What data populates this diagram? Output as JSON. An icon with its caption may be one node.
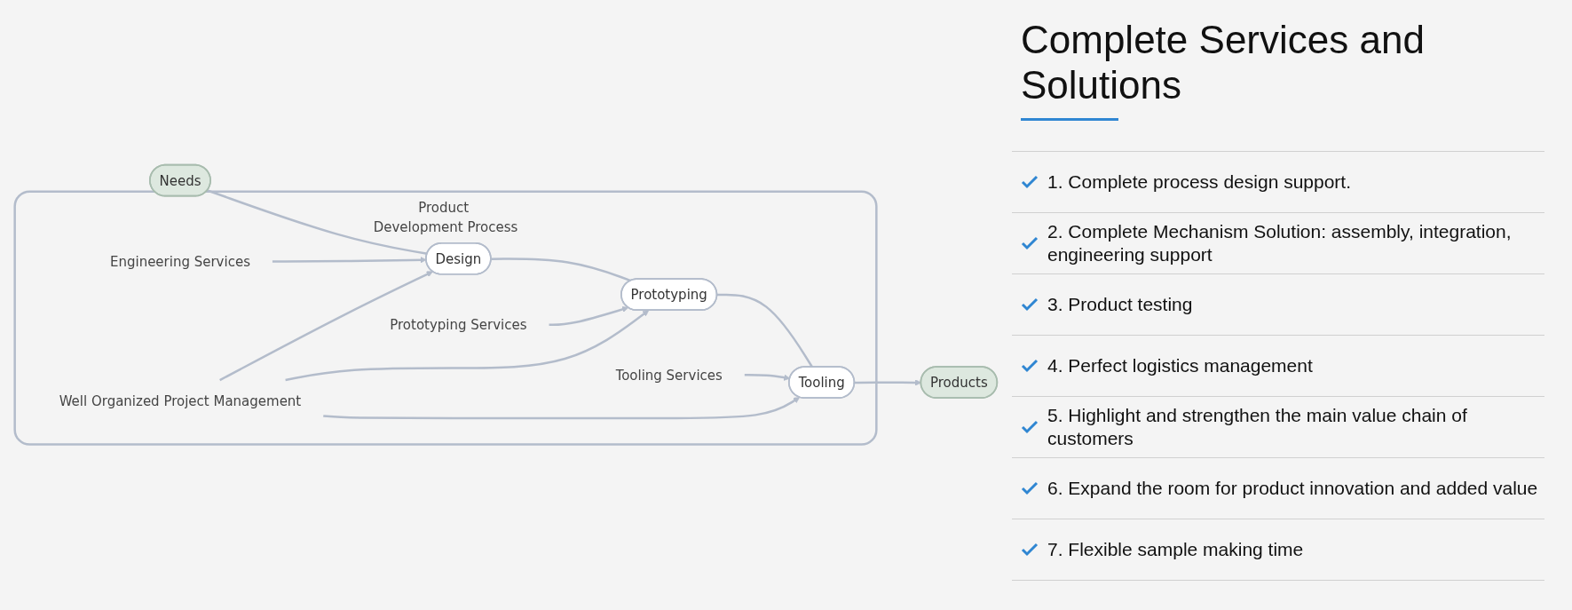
{
  "diagram": {
    "title": "Complete Services and Solutions",
    "nodes": [
      {
        "text": [
          "Needs"
        ]
      },
      {
        "text": [
          "Product Development Process"
        ]
      },
      {
        "text": [
          "Engineering Services"
        ],
        "in": 1
      },
      {
        "text": [
          "Prototyping Services"
        ],
        "in": 1
      },
      {
        "text": [
          "Tooling Services"
        ],
        "in": 1
      },
      {
        "text": [
          "Design"
        ],
        "in": 1
      },
      {
        "text": [
          "Prototyping"
        ],
        "in": 1
      },
      {
        "text": [
          "Tooling"
        ],
        "in": 1
      },
      {
        "text": [
          "Well Organized Project Management"
        ],
        "in": 1
      },
      {
        "text": [
          "Products"
        ]
      }
    ],
    "edges": [
      {
        "from": 0,
        "to": 5,
        "arrow": "none"
      },
      {
        "from": 5,
        "to": 6,
        "arrow": "none"
      },
      {
        "from": 6,
        "to": 7,
        "arrow": "none"
      },
      {
        "from": 7,
        "to": 9,
        "arrow": "to"
      },
      {
        "from": 2,
        "to": 5,
        "arrow": "to"
      },
      {
        "from": 3,
        "to": 6,
        "arrow": "to"
      },
      {
        "from": 4,
        "to": 7,
        "arrow": "to"
      },
      {
        "from": 8,
        "to": 5,
        "arrow": "to"
      },
      {
        "from": 8,
        "to": 6,
        "arrow": "to"
      },
      {
        "from": 8,
        "to": 7,
        "arrow": "to"
      }
    ],
    "labels": [
      "1. Complete process design support.",
      "2. Complete Mechanism Solution: assembly, integration, engineering support",
      "3. Product testing",
      "4. Perfect logistics management",
      "5. Highlight and strengthen the main value chain of customers",
      "6. Expand the room for product innovation and added value",
      "7. Flexible sample making time"
    ]
  }
}
